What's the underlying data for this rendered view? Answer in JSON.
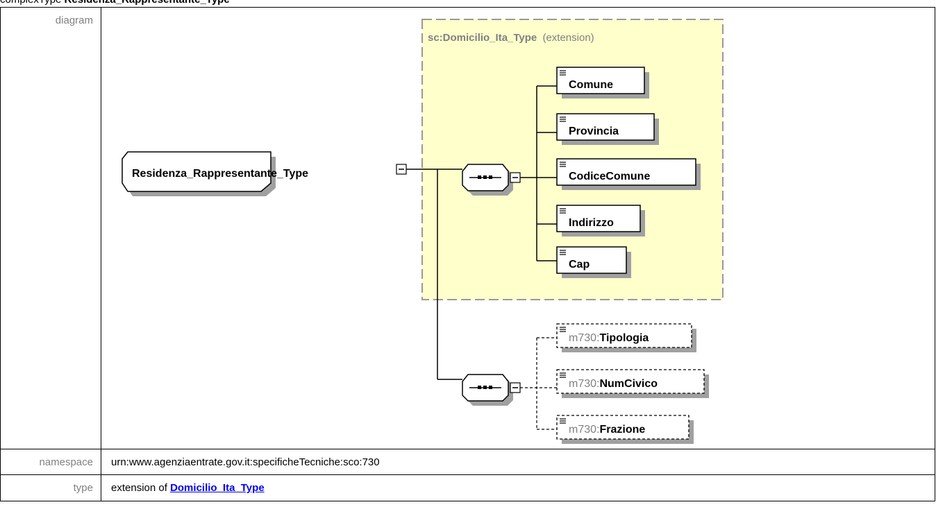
{
  "title": {
    "prefix": "complexType",
    "name": "Residenza_Rappresentante_Type"
  },
  "rows": {
    "diagram_label": "diagram",
    "namespace_label": "namespace",
    "namespace_value": "urn:www.agenziaentrate.gov.it:specificheTecniche:sco:730",
    "type_label": "type",
    "type_prefix": "extension of",
    "type_link": "Domicilio_Ita_Type"
  },
  "diagram": {
    "root": "Residenza_Rappresentante_Type",
    "extension_box": {
      "name": "sc:Domicilio_Ita_Type",
      "qualifier": "(extension)"
    },
    "required_elements": [
      "Comune",
      "Provincia",
      "CodiceComune",
      "Indirizzo",
      "Cap"
    ],
    "optional_prefix": "m730:",
    "optional_elements": [
      "Tipologia",
      "NumCivico",
      "Frazione"
    ],
    "colors": {
      "extension_fill": "#ffffcc",
      "extension_border": "#999999",
      "shadow": "#a0a0a0",
      "prefix_gray": "#808080"
    }
  }
}
